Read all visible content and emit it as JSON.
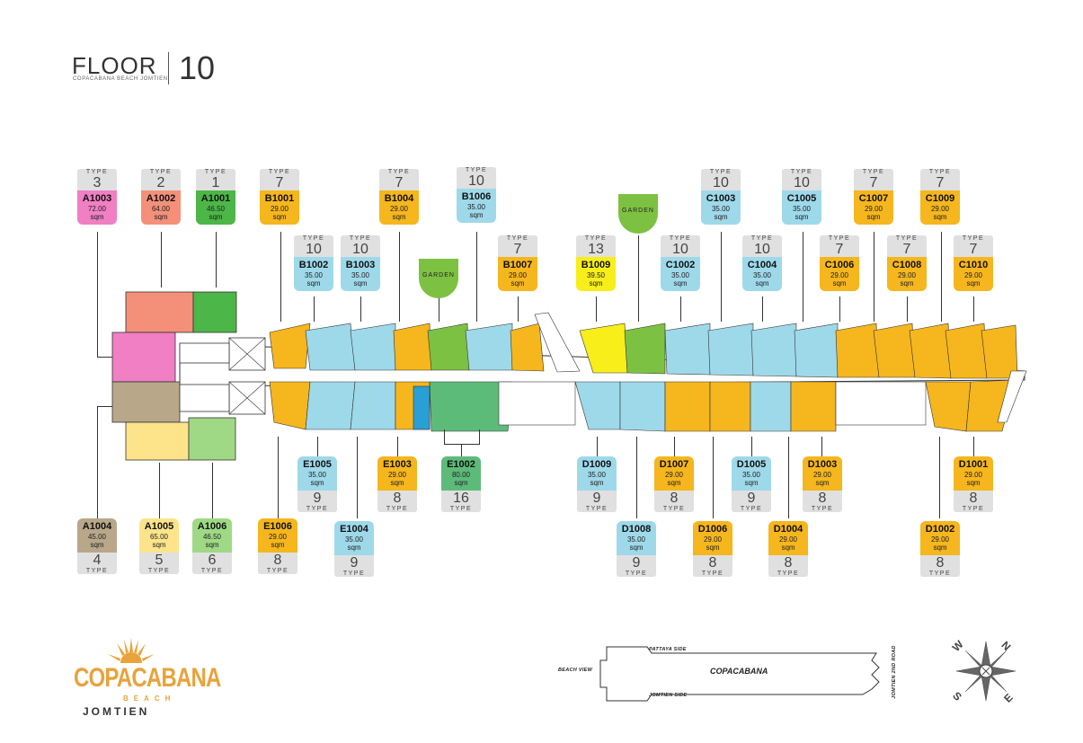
{
  "header": {
    "floor_word": "FLOOR",
    "floor_number": "10",
    "subtitle": "COPACABANA BEACH JOMTIEN"
  },
  "type_label": "TYPE",
  "colors": {
    "pink": "#f07fc4",
    "salmon": "#f4907a",
    "green": "#4cb648",
    "orange": "#f5b61e",
    "blue": "#9ed9ea",
    "yellow": "#f7ee1a",
    "tan": "#b9a78a",
    "lightyellow": "#fde48a",
    "lightgreen": "#9fd985",
    "tealgreen": "#5dbb7a",
    "garden": "#7dc142",
    "corridor": "#ffffff"
  },
  "units_top_row1": [
    {
      "id": "A1003",
      "area": "72.00",
      "unit": "sqm",
      "type": "3",
      "color": "pink"
    },
    {
      "id": "A1002",
      "area": "64.00",
      "unit": "sqm",
      "type": "2",
      "color": "salmon"
    },
    {
      "id": "A1001",
      "area": "46.50",
      "unit": "sqm",
      "type": "1",
      "color": "green"
    },
    {
      "id": "B1001",
      "area": "29.00",
      "unit": "sqm",
      "type": "7",
      "color": "orange"
    },
    {
      "id": "B1004",
      "area": "29.00",
      "unit": "sqm",
      "type": "7",
      "color": "orange"
    },
    {
      "id": "B1006",
      "area": "35.00",
      "unit": "sqm",
      "type": "10",
      "color": "blue"
    },
    {
      "id": "C1003",
      "area": "35.00",
      "unit": "sqm",
      "type": "10",
      "color": "blue"
    },
    {
      "id": "C1005",
      "area": "35.00",
      "unit": "sqm",
      "type": "10",
      "color": "blue"
    },
    {
      "id": "C1007",
      "area": "29.00",
      "unit": "sqm",
      "type": "7",
      "color": "orange"
    },
    {
      "id": "C1009",
      "area": "29.00",
      "unit": "sqm",
      "type": "7",
      "color": "orange"
    }
  ],
  "units_top_row2": [
    {
      "id": "B1002",
      "area": "35.00",
      "unit": "sqm",
      "type": "10",
      "color": "blue"
    },
    {
      "id": "B1003",
      "area": "35.00",
      "unit": "sqm",
      "type": "10",
      "color": "blue"
    },
    {
      "id": "B1007",
      "area": "29.00",
      "unit": "sqm",
      "type": "7",
      "color": "orange"
    },
    {
      "id": "B1009",
      "area": "39.50",
      "unit": "sqm",
      "type": "13",
      "color": "yellow"
    },
    {
      "id": "C1002",
      "area": "35.00",
      "unit": "sqm",
      "type": "10",
      "color": "blue"
    },
    {
      "id": "C1004",
      "area": "35.00",
      "unit": "sqm",
      "type": "10",
      "color": "blue"
    },
    {
      "id": "C1006",
      "area": "29.00",
      "unit": "sqm",
      "type": "7",
      "color": "orange"
    },
    {
      "id": "C1008",
      "area": "29.00",
      "unit": "sqm",
      "type": "7",
      "color": "orange"
    },
    {
      "id": "C1010",
      "area": "29.00",
      "unit": "sqm",
      "type": "7",
      "color": "orange"
    }
  ],
  "gardens": [
    "GARDEN",
    "GARDEN"
  ],
  "units_bottom_row1": [
    {
      "id": "E1005",
      "area": "35.00",
      "unit": "sqm",
      "type": "9",
      "color": "blue"
    },
    {
      "id": "E1003",
      "area": "29.00",
      "unit": "sqm",
      "type": "8",
      "color": "orange"
    },
    {
      "id": "E1002",
      "area": "80.00",
      "unit": "sqm",
      "type": "16",
      "color": "tealgreen"
    },
    {
      "id": "D1009",
      "area": "35.00",
      "unit": "sqm",
      "type": "9",
      "color": "blue"
    },
    {
      "id": "D1007",
      "area": "29.00",
      "unit": "sqm",
      "type": "8",
      "color": "orange"
    },
    {
      "id": "D1005",
      "area": "35.00",
      "unit": "sqm",
      "type": "9",
      "color": "blue"
    },
    {
      "id": "D1003",
      "area": "29.00",
      "unit": "sqm",
      "type": "8",
      "color": "orange"
    },
    {
      "id": "D1001",
      "area": "29.00",
      "unit": "sqm",
      "type": "8",
      "color": "orange"
    }
  ],
  "units_bottom_row2": [
    {
      "id": "A1004",
      "area": "45.00",
      "unit": "sqm",
      "type": "4",
      "color": "tan"
    },
    {
      "id": "A1005",
      "area": "65.00",
      "unit": "sqm",
      "type": "5",
      "color": "lightyellow"
    },
    {
      "id": "A1006",
      "area": "46.50",
      "unit": "sqm",
      "type": "6",
      "color": "lightgreen"
    },
    {
      "id": "E1006",
      "area": "29.00",
      "unit": "sqm",
      "type": "8",
      "color": "orange"
    },
    {
      "id": "E1004",
      "area": "35.00",
      "unit": "sqm",
      "type": "9",
      "color": "blue"
    },
    {
      "id": "D1008",
      "area": "35.00",
      "unit": "sqm",
      "type": "9",
      "color": "blue"
    },
    {
      "id": "D1006",
      "area": "29.00",
      "unit": "sqm",
      "type": "8",
      "color": "orange"
    },
    {
      "id": "D1004",
      "area": "29.00",
      "unit": "sqm",
      "type": "8",
      "color": "orange"
    },
    {
      "id": "D1002",
      "area": "29.00",
      "unit": "sqm",
      "type": "8",
      "color": "orange"
    }
  ],
  "logo": {
    "line1": "COPACABANA",
    "line2": "BEACH",
    "line3": "JOMTIEN"
  },
  "site_map": {
    "top": "PATTAYA SIDE",
    "bottom": "JOMTIEN SIDE",
    "left": "BEACH VIEW",
    "center": "COPACABANA",
    "right": "JOMTIEN 2ND ROAD"
  },
  "compass": {
    "n": "N",
    "e": "E",
    "s": "S",
    "w": "W"
  }
}
